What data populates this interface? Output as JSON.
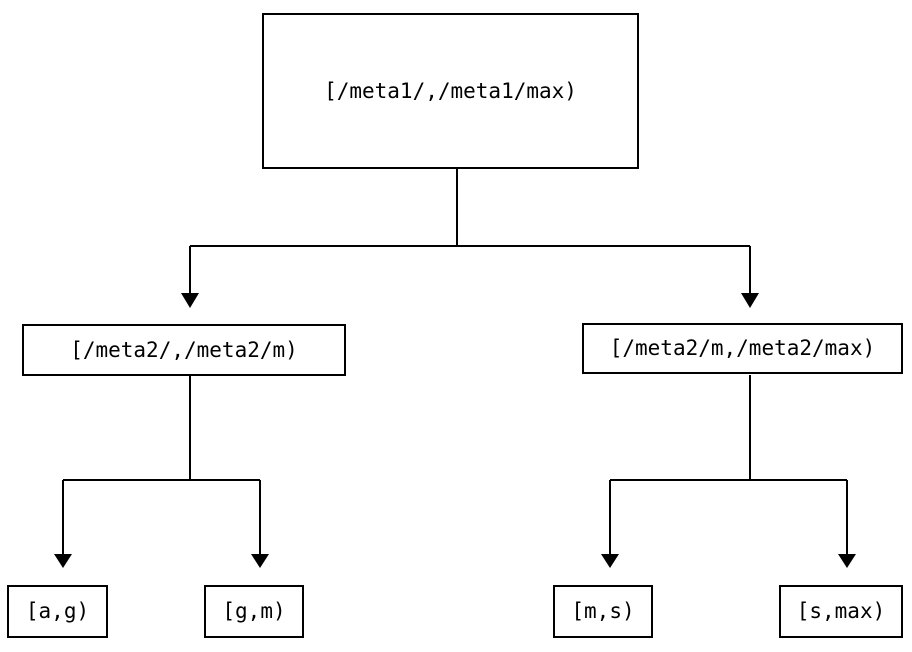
{
  "diagram": {
    "type": "tree",
    "background_color": "#ffffff",
    "line_color": "#000000",
    "node_border_color": "#000000",
    "node_fill_color": "#ffffff",
    "nodes": {
      "root": {
        "label": "[/meta1/,/meta1/max)"
      },
      "left_child": {
        "label": "[/meta2/,/meta2/m)"
      },
      "right_child": {
        "label": "[/meta2/m,/meta2/max)"
      },
      "leaf_ag": {
        "label": "[a,g)"
      },
      "leaf_gm": {
        "label": "[g,m)"
      },
      "leaf_ms": {
        "label": "[m,s)"
      },
      "leaf_smax": {
        "label": "[s,max)"
      }
    },
    "edges": [
      {
        "from": "root",
        "to": "left_child",
        "arrow": "triangle-down"
      },
      {
        "from": "root",
        "to": "right_child",
        "arrow": "triangle-down"
      },
      {
        "from": "left_child",
        "to": "leaf_ag",
        "arrow": "triangle-down"
      },
      {
        "from": "left_child",
        "to": "leaf_gm",
        "arrow": "triangle-down"
      },
      {
        "from": "right_child",
        "to": "leaf_ms",
        "arrow": "triangle-down"
      },
      {
        "from": "right_child",
        "to": "leaf_smax",
        "arrow": "triangle-down"
      }
    ]
  }
}
